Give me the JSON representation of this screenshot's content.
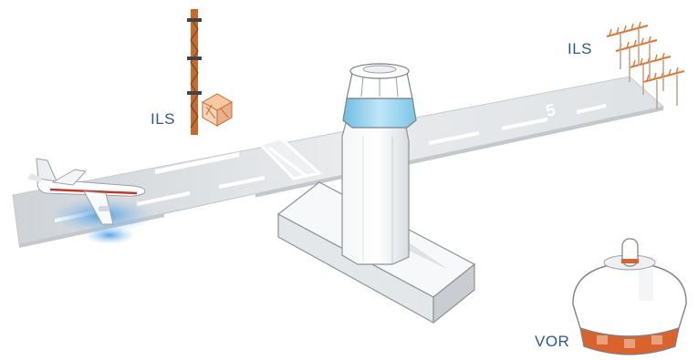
{
  "labels": {
    "ils_left": "ILS",
    "ils_right": "ILS",
    "vor": "VOR"
  },
  "runway_marking": "5",
  "colors": {
    "label_text": "#2e5a86",
    "runway": "#e7e9eb",
    "tower_glass": "#9fd4ee",
    "antenna_orange": "#d67a3a",
    "vor_band": "#d9622d",
    "plane_stripe": "#c0392b",
    "shadow_blue": "#5aa9e6"
  }
}
